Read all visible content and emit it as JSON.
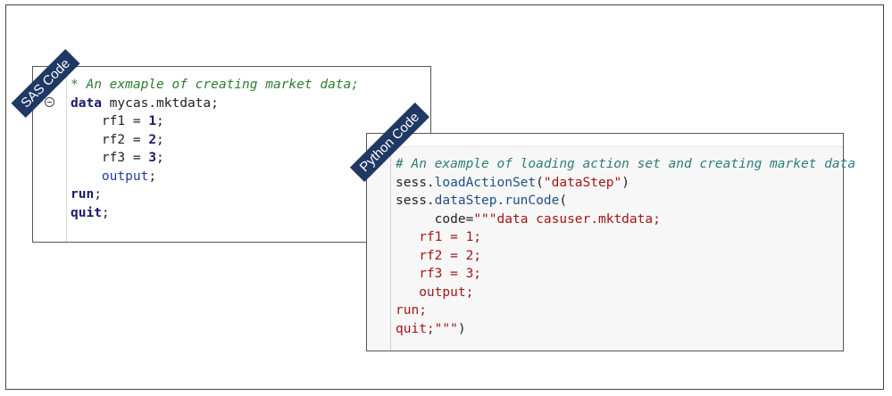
{
  "labels": {
    "sas_tag": "SAS Code",
    "python_tag": "Python Code"
  },
  "sas": {
    "comment": "* An exmaple of creating market data;",
    "line_data_kw": "data",
    "line_data_rest": " mycas.mktdata;",
    "rf1_label": "    rf1 = ",
    "rf1_value": "1",
    "rf2_label": "    rf2 = ",
    "rf2_value": "2",
    "rf3_label": "    rf3 = ",
    "rf3_value": "3",
    "output_kw": "    output",
    "run_kw": "run",
    "quit_kw": "quit",
    "semicolon": ";"
  },
  "python": {
    "comment": "# An example of loading action set and creating market data",
    "line1_obj": "sess.",
    "line1_fn": "loadActionSet",
    "line1_arg": "\"dataStep\"",
    "line1_close": ")",
    "line2_obj": "sess.",
    "line2_fn": "dataStep.runCode",
    "line2_open": "(",
    "line3_kw": "     code",
    "line3_eq": "=",
    "line3_str": "\"\"\"data casuser.mktdata;",
    "line4": "   rf1 = 1;",
    "line5": "   rf2 = 2;",
    "line6": "   rf3 = 3;",
    "line7": "   output;",
    "line8": "run;",
    "line9_str": "quit;\"\"\"",
    "line9_close": ")"
  },
  "colors": {
    "tag_bg": "#1f3864",
    "sas_comment": "#2e7d32",
    "python_comment": "#2e7d7a",
    "string": "#a31515"
  }
}
